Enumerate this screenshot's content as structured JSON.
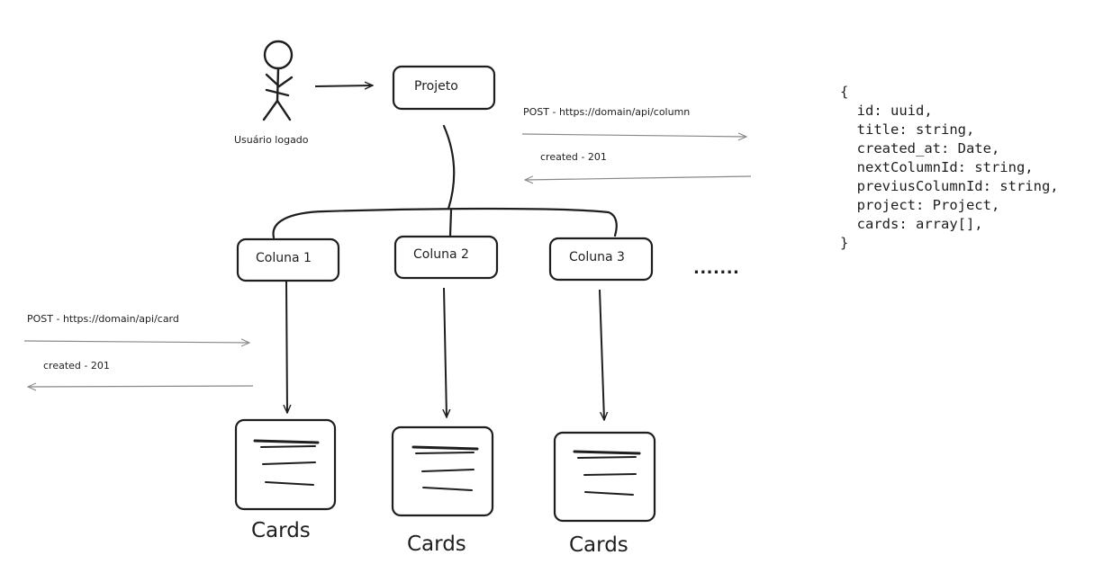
{
  "user": {
    "label": "Usuário logado"
  },
  "project": {
    "label": "Projeto"
  },
  "column_request": {
    "request": "POST - https://domain/api/column",
    "response": "created - 201"
  },
  "card_request": {
    "request": "POST - https://domain/api/card",
    "response": "created - 201"
  },
  "columns": [
    {
      "label": "Coluna 1",
      "cards_label": "Cards"
    },
    {
      "label": "Coluna 2",
      "cards_label": "Cards"
    },
    {
      "label": "Coluna 3",
      "cards_label": "Cards"
    }
  ],
  "more": ".......",
  "schema": [
    "{",
    "  id: uuid,",
    "  title: string,",
    "  created_at: Date,",
    "  nextColumnId: string,",
    "  previusColumnId: string,",
    "  project: Project,",
    "  cards: array[],",
    "}"
  ]
}
